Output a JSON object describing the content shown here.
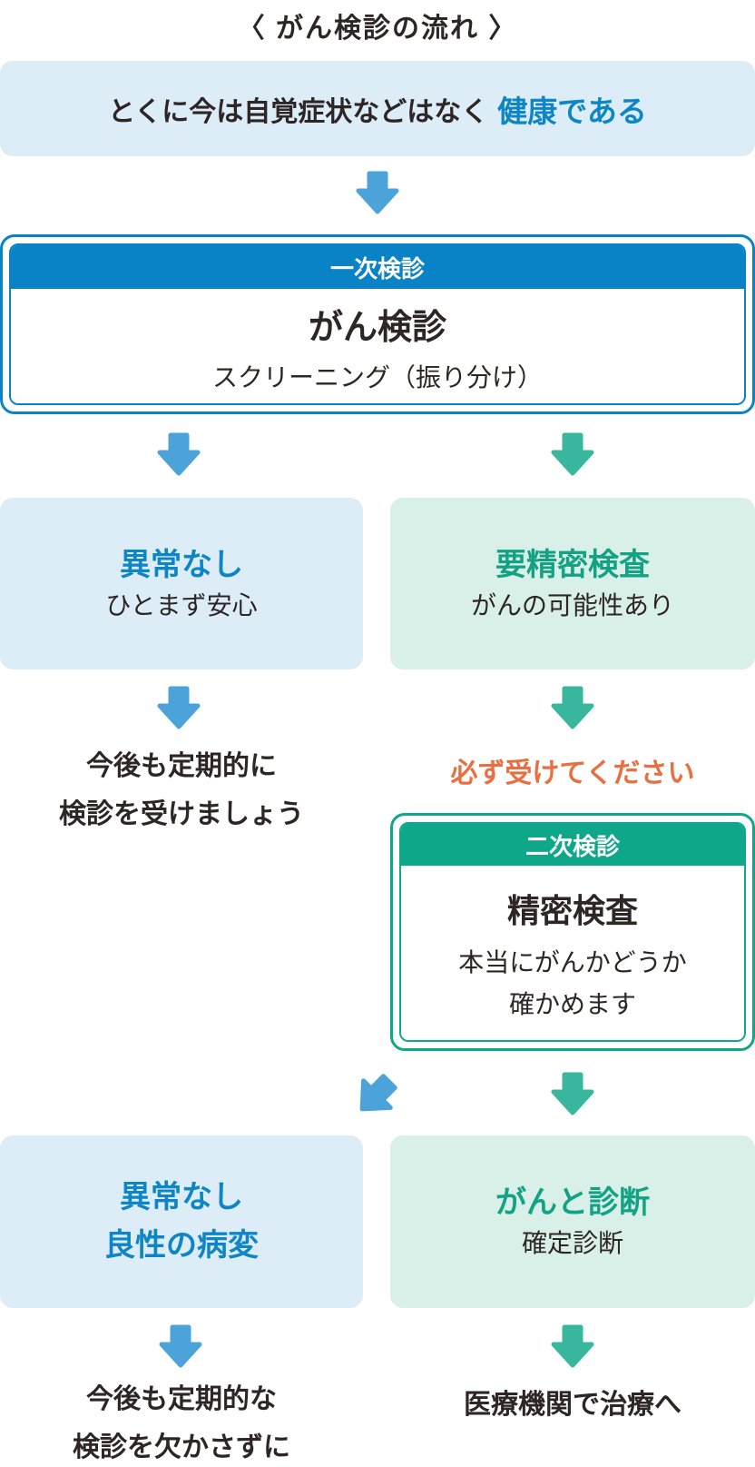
{
  "title": "〈 がん検診の流れ 〉",
  "intro_box": {
    "text": "とくに今は自覚症状などはなく",
    "highlight": "健康である"
  },
  "primary_exam": {
    "badge": "一次検診",
    "title": "がん検診",
    "subtitle": "スクリーニング（振り分け）"
  },
  "result_no_abnormality": {
    "title": "異常なし",
    "subtitle": "ひとまず安心"
  },
  "result_detailed_exam_needed": {
    "title": "要精密検査",
    "subtitle": "がんの可能性あり"
  },
  "note_periodic_1": {
    "line1": "今後も定期的に",
    "line2": "検診を受けましょう"
  },
  "warning": "必ず受けてください",
  "secondary_exam": {
    "badge": "二次検診",
    "title": "精密検査",
    "subtitle_line1": "本当にがんかどうか",
    "subtitle_line2": "確かめます"
  },
  "result_benign": {
    "line1": "異常なし",
    "line2": "良性の病変"
  },
  "result_cancer": {
    "title": "がんと診断",
    "subtitle": "確定診断"
  },
  "note_periodic_2": {
    "line1": "今後も定期的な",
    "line2": "検診を欠かさずに"
  },
  "note_treatment": "医療機関で治療へ",
  "colors": {
    "blue": "#0983c5",
    "blue_text": "#0e85c5",
    "blue_arrow": "#4ba3d9",
    "teal": "#0fa78a",
    "teal_text": "#13a284",
    "teal_arrow": "#38b79e",
    "light_blue_bg": "#dcedf8",
    "light_green_bg": "#d9f0e9",
    "orange": "#e96f40",
    "dark": "#2e2624"
  }
}
